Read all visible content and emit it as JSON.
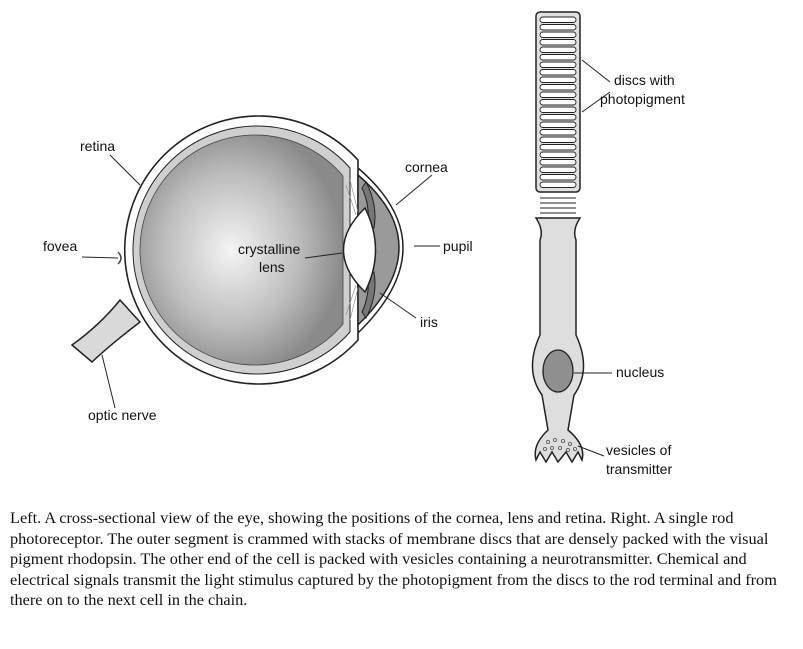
{
  "eye": {
    "labels": {
      "retina": "retina",
      "cornea": "cornea",
      "fovea": "fovea",
      "lens_line1": "crystalline",
      "lens_line2": "lens",
      "pupil": "pupil",
      "iris": "iris",
      "optic_nerve": "optic nerve"
    }
  },
  "rod": {
    "labels": {
      "discs_line1": "discs with",
      "discs_line2": "photopigment",
      "nucleus": "nucleus",
      "vesicles_line1": "vesicles of",
      "vesicles_line2": "transmitter"
    }
  },
  "caption": "Left. A cross-sectional view of the eye, showing the positions of the cornea, lens and retina. Right. A single rod photoreceptor. The outer segment is crammed with stacks of membrane discs that are densely packed with the visual pigment rhodopsin. The other end of the cell is packed with vesicles containing a neurotransmitter. Chemical and electrical signals transmit the light stimulus captured by the photopigment from the discs to the rod terminal and from there on to the next cell in the chain."
}
